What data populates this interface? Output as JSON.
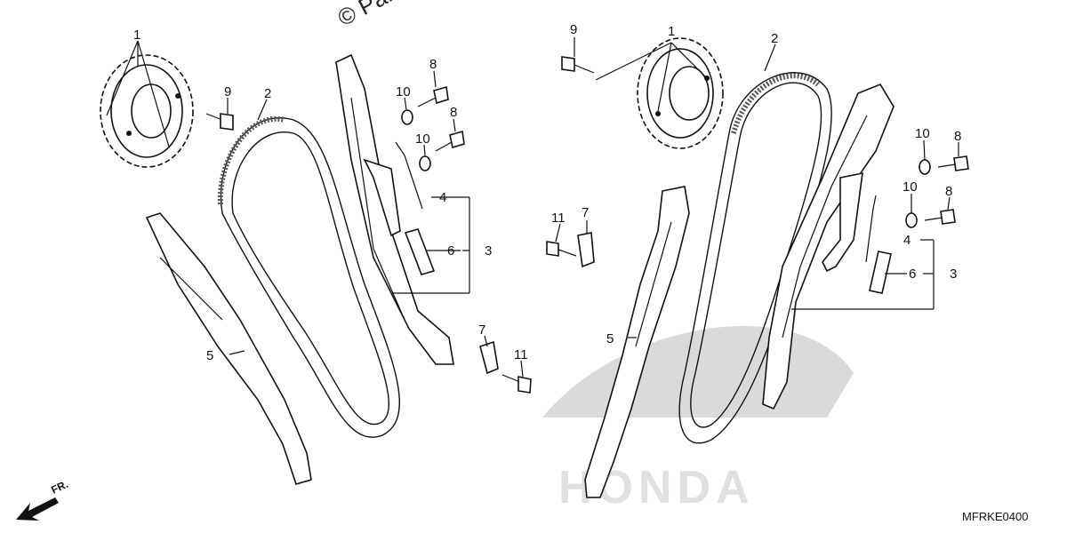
{
  "watermark": "© Par",
  "orientation_label": "FR.",
  "diagram_code": "MFRKE0400",
  "logo_text": "HONDA",
  "callouts_left": [
    "1",
    "2",
    "3",
    "4",
    "5",
    "6",
    "7",
    "8",
    "8",
    "9",
    "10",
    "10",
    "11"
  ],
  "callouts_right": [
    "1",
    "2",
    "3",
    "4",
    "5",
    "6",
    "7",
    "8",
    "8",
    "9",
    "10",
    "10",
    "11"
  ]
}
